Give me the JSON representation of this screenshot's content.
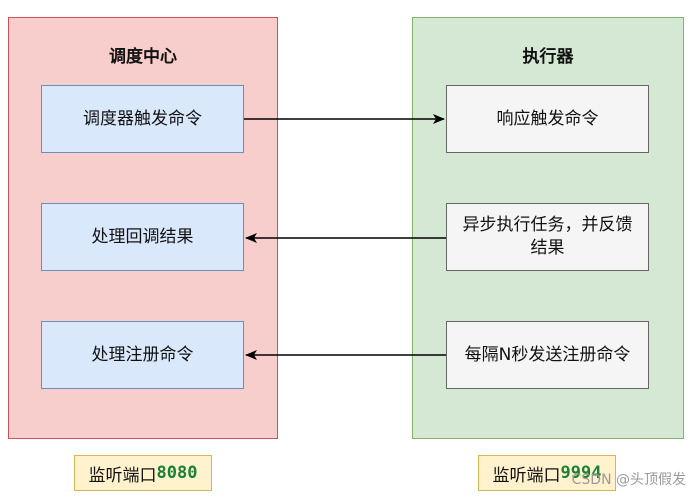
{
  "left_panel": {
    "title": "调度中心",
    "boxes": [
      "调度器触发命令",
      "处理回调结果",
      "处理注册命令"
    ],
    "port": {
      "prefix": "监听端口",
      "number": "8080"
    }
  },
  "right_panel": {
    "title": "执行器",
    "boxes": [
      "响应触发命令",
      "异步执行任务，并反馈结果",
      "每隔N秒发送注册命令"
    ],
    "port": {
      "prefix": "监听端口",
      "number": "9994"
    }
  },
  "watermark": "CSDN @头顶假发",
  "colors": {
    "left_panel_fill": "#f8cecc",
    "right_panel_fill": "#d5e8d4",
    "blue_box_fill": "#dae8fc",
    "gray_box_fill": "#f5f5f5",
    "port_fill": "#fff2cc",
    "port_number": "#1a7f37"
  }
}
